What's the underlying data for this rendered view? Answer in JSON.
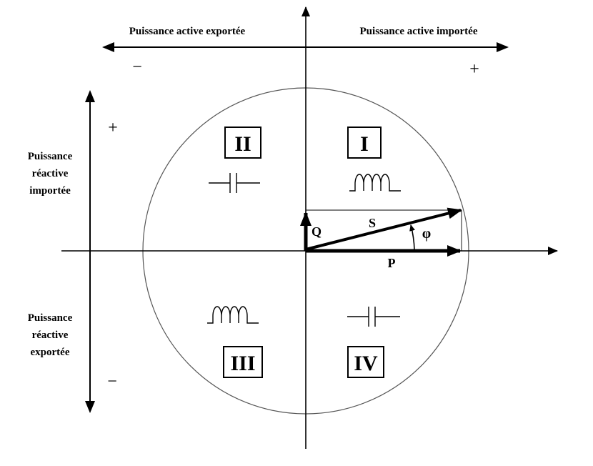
{
  "active_power": {
    "exported_label": "Puissance active exportée",
    "imported_label": "Puissance active importée",
    "minus_sign": "−",
    "plus_sign": "+"
  },
  "reactive_power": {
    "imported_lines": [
      "Puissance",
      "réactive",
      "importée"
    ],
    "exported_lines": [
      "Puissance",
      "réactive",
      "exportée"
    ],
    "plus_sign": "+",
    "minus_sign": "−"
  },
  "quadrants": {
    "q1": "I",
    "q2": "II",
    "q3": "III",
    "q4": "IV"
  },
  "quadrant_symbols": {
    "q1": "inductor-icon",
    "q2": "capacitor-icon",
    "q3": "inductor-icon",
    "q4": "capacitor-icon"
  },
  "vectors": {
    "active": "P",
    "reactive": "Q",
    "apparent": "S",
    "angle": "φ"
  },
  "colors": {
    "stroke": "#000000",
    "circle": "#555555",
    "background": "#ffffff"
  }
}
